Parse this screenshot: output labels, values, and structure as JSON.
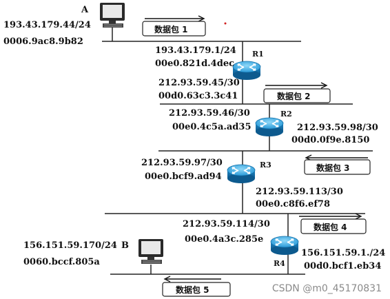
{
  "hosts": {
    "a": {
      "name": "A",
      "ip": "193.43.179.44/24",
      "mac": "0006.9ac8.9b82"
    },
    "b": {
      "name": "B",
      "ip": "156.151.59.170/24",
      "mac": "0060.bccf.805a"
    }
  },
  "routers": {
    "r1": {
      "name": "R1",
      "if1_ip": "193.43.179.1/24",
      "if1_mac": "00e0.821d.4dec",
      "if2_ip": "212.93.59.45/30",
      "if2_mac": "00d0.63c3.3c41"
    },
    "r2": {
      "name": "R2",
      "if1_ip": "212.93.59.46/30",
      "if1_mac": "00e0.4c5a.ad35",
      "if2_ip": "212.93.59.98/30",
      "if2_mac": "00d0.0f9e.8150"
    },
    "r3": {
      "name": "R3",
      "if1_ip": "212.93.59.97/30",
      "if1_mac": "00e0.bcf9.ad94",
      "if2_ip": "212.93.59.113/30",
      "if2_mac": "00e0.c8f6.ef78"
    },
    "r4": {
      "name": "R4",
      "if1_ip": "212.93.59.114/30",
      "if1_mac": "00e0.4a3c.285e",
      "if2_ip": "156.151.59.1./24",
      "if2_mac": "00d0.bcf1.eb34"
    }
  },
  "packets": [
    "数据包 1",
    "数据包 2",
    "数据包 3",
    "数据包 4",
    "数据包 5"
  ],
  "watermark": "CSDN @m0_45170831",
  "colors": {
    "line": "#222222",
    "router_body": "#1a8fd0",
    "router_top": "#5cc0ee",
    "monitor": "#2a2a2a"
  }
}
